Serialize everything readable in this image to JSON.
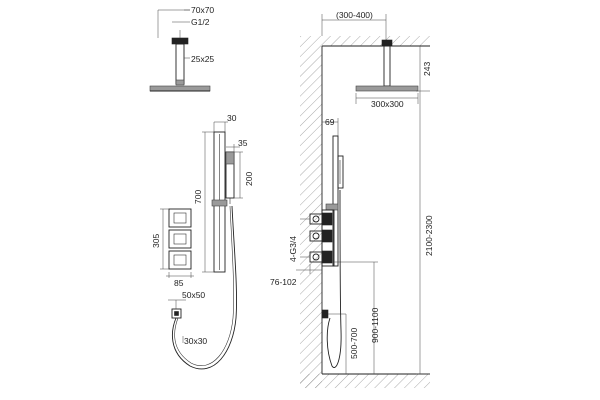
{
  "front_view": {
    "flange_size": "70x70",
    "thread": "G1/2",
    "arm_size": "25x25",
    "rail_width": "30",
    "handshower_offset": "35",
    "handshower_height": "200",
    "rail_length": "700",
    "valve_height": "305",
    "valve_width": "85",
    "outlet_size": "50x50",
    "hose_connector_size": "30x30"
  },
  "side_view": {
    "ceiling_offset": "(300-400)",
    "arm_drop": "243",
    "head_size": "300x300",
    "rail_depth": "69",
    "connection": "4-G3/4",
    "wall_depth": "76-102",
    "overhead_height": "2100-2300",
    "valve_height": "900-1100",
    "outlet_height": "500-700"
  }
}
